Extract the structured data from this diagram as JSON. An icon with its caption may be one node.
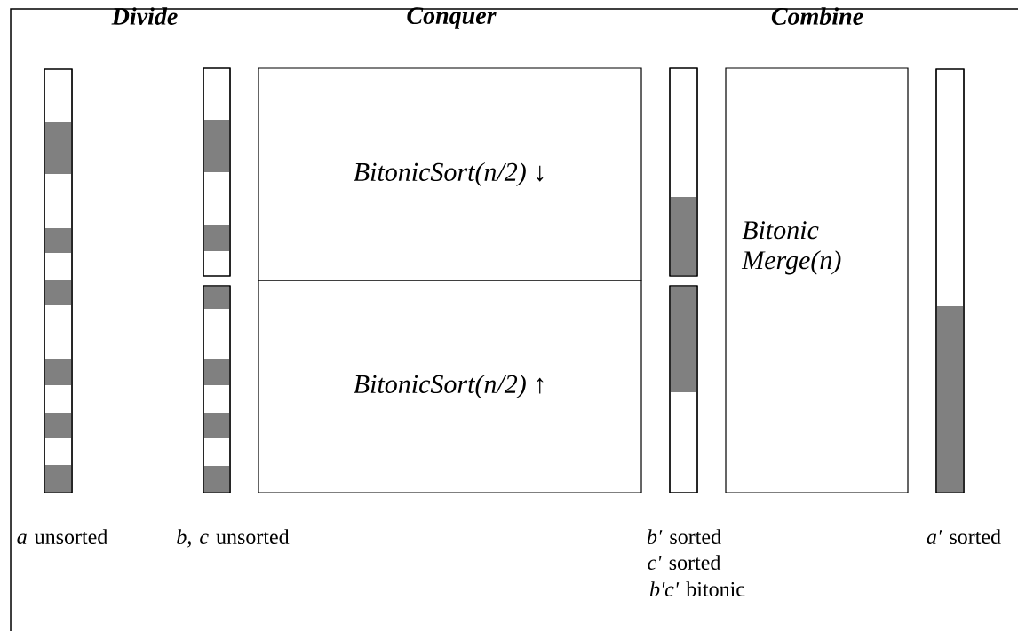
{
  "diagram": {
    "nodes": [
      {
        "text": [],
        "shape": "bar"
      },
      {
        "text": [],
        "shape": "bar"
      },
      {
        "text": [],
        "shape": "bar"
      },
      {
        "text": [
          "*BitonicSort(n/2)* ↓"
        ]
      },
      {
        "text": [
          "*BitonicSort(n/2)* ↑"
        ]
      },
      {
        "text": [],
        "shape": "bar"
      },
      {
        "text": [],
        "shape": "bar"
      },
      {
        "text": [
          "Bitonic Merge(n)"
        ]
      },
      {
        "text": [],
        "shape": "bar"
      }
    ],
    "labels": [
      "Divide",
      "Conquer",
      "Combine",
      "*a* unsorted",
      "*b, c* unsorted",
      "*b'* sorted",
      "*c'* sorted",
      "*b'c'* bitonic",
      "*a'* sorted"
    ]
  }
}
